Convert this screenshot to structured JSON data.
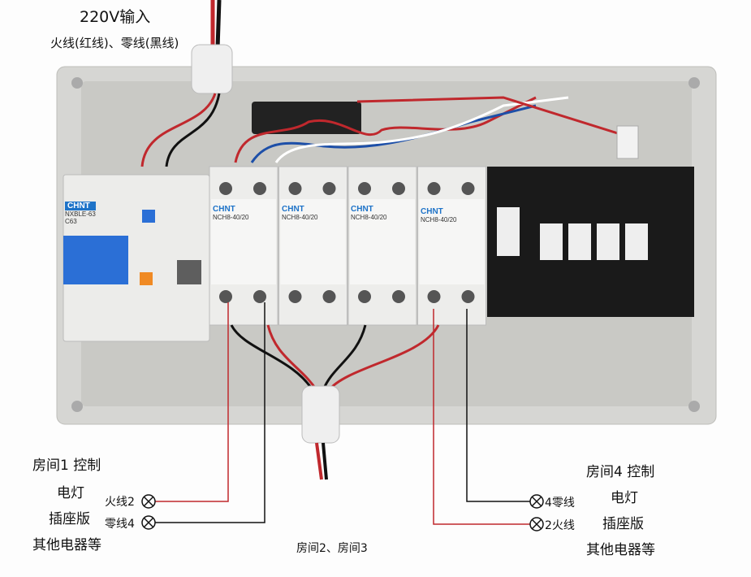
{
  "header": {
    "title": "220V输入",
    "subtitle": "火线(红线)、零线(黑线)"
  },
  "left": {
    "title": "房间1 控制",
    "items": [
      "电灯",
      "插座版",
      "其他电器等"
    ],
    "live": "火线2",
    "neutral": "零线4"
  },
  "middle": {
    "label": "房间2、房间3"
  },
  "right": {
    "title": "房间4 控制",
    "items": [
      "电灯",
      "插座版",
      "其他电器等"
    ],
    "neutral": "4零线",
    "live": "2火线"
  },
  "breaker": {
    "brand": "CHNT",
    "model": "NXBLE-63",
    "rating": "C63"
  },
  "contactors": [
    {
      "brand": "CHNT",
      "model": "NCH8-40/20"
    },
    {
      "brand": "CHNT",
      "model": "NCH8-40/20"
    },
    {
      "brand": "CHNT",
      "model": "NCH8-40/20"
    },
    {
      "brand": "CHNT",
      "model": "NCH8-40/20"
    }
  ],
  "colors": {
    "live": "#c0282d",
    "neutral": "#111111",
    "enclosure": "#d9d9d6",
    "brand": "#1e73c8"
  }
}
